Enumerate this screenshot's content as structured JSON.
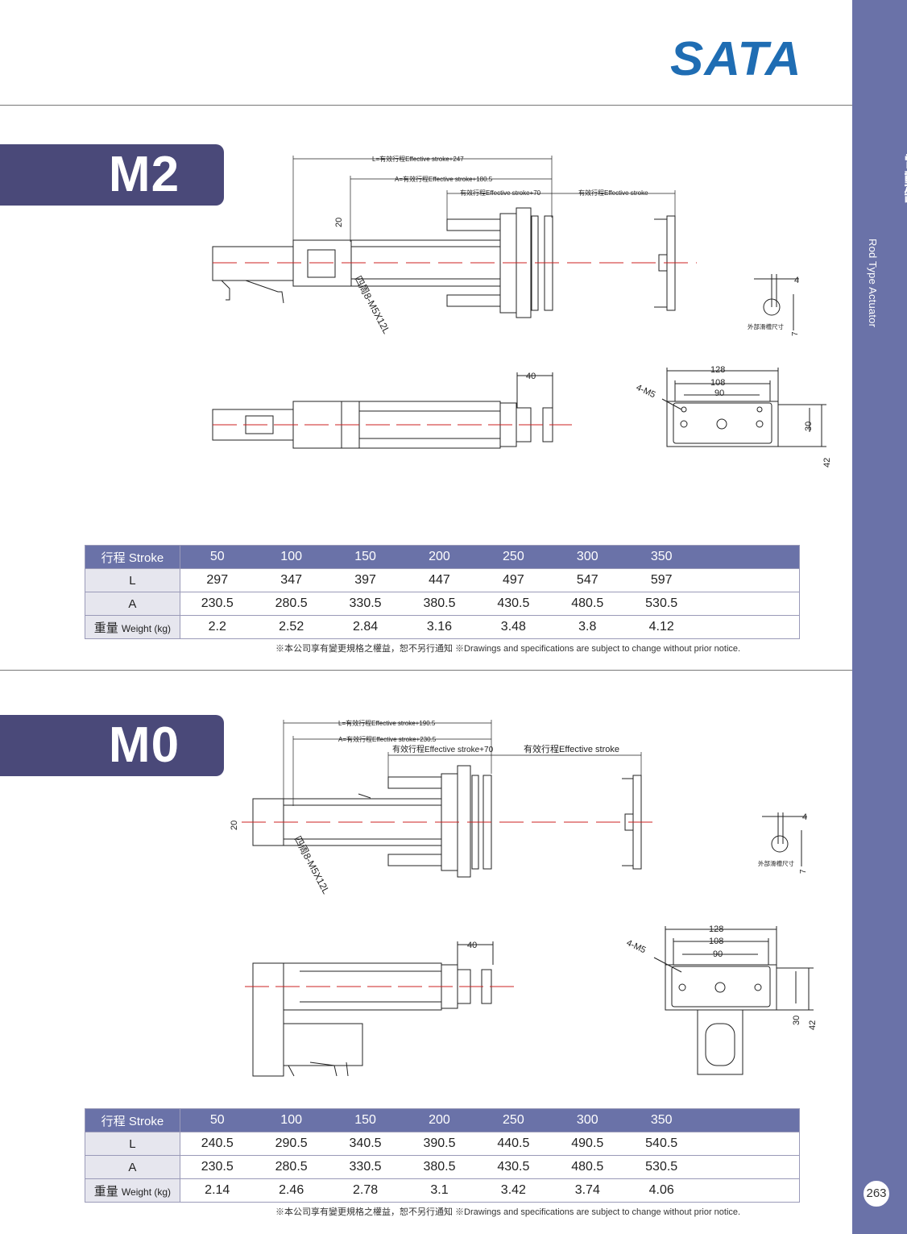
{
  "brand": {
    "logo": "SATA"
  },
  "sidebar": {
    "title_cn": "電動缸",
    "title_en": "Rod Type Actuator",
    "page_number": "263"
  },
  "colors": {
    "sidebar": "#6a72a8",
    "tab": "#4a4979",
    "logo": "#1f6db3",
    "centerline": "#cc2222"
  },
  "m2": {
    "label": "M2",
    "drawing": {
      "dim_L": "L=有效行程Effective stroke+247",
      "dim_A": "A=有效行程Effective stroke+180.5",
      "dim_stroke70": "有效行程Effective stroke+70",
      "dim_stroke": "有效行程Effective stroke",
      "dim_20": "20",
      "thread": "四周8-M5X12L",
      "dim_40": "40",
      "dim_4": "4",
      "dim_7": "7",
      "slot_note": "外部滑槽尺寸",
      "holes": "4-M5",
      "dim_128": "128",
      "dim_108": "108",
      "dim_90": "90",
      "dim_30": "30",
      "dim_42": "42"
    },
    "table": {
      "header_cn": "行程",
      "header_en": "Stroke",
      "strokes": [
        "50",
        "100",
        "150",
        "200",
        "250",
        "300",
        "350"
      ],
      "row_L_label": "L",
      "L": [
        "297",
        "347",
        "397",
        "447",
        "497",
        "547",
        "597"
      ],
      "row_A_label": "A",
      "A": [
        "230.5",
        "280.5",
        "330.5",
        "380.5",
        "430.5",
        "480.5",
        "530.5"
      ],
      "row_W_cn": "重量",
      "row_W_en": "Weight (kg)",
      "weight": [
        "2.2",
        "2.52",
        "2.84",
        "3.16",
        "3.48",
        "3.8",
        "4.12"
      ]
    },
    "notice": "※本公司享有變更規格之權益，恕不另行通知 ※Drawings and specifications are subject to change without prior notice."
  },
  "m0": {
    "label": "M0",
    "drawing": {
      "dim_L": "L=有效行程Effective stroke+190.5",
      "dim_A": "A=有效行程Effective stroke+230.5",
      "dim_stroke70": "有效行程Effective stroke+70",
      "dim_stroke": "有效行程Effective stroke",
      "dim_20": "20",
      "thread": "四周8-M5X12L",
      "dim_40": "40",
      "dim_4": "4",
      "dim_7": "7",
      "slot_note": "外部滑槽尺寸",
      "holes": "4-M5",
      "dim_128": "128",
      "dim_108": "108",
      "dim_90": "90",
      "dim_30": "30",
      "dim_42": "42"
    },
    "table": {
      "header_cn": "行程",
      "header_en": "Stroke",
      "strokes": [
        "50",
        "100",
        "150",
        "200",
        "250",
        "300",
        "350"
      ],
      "row_L_label": "L",
      "L": [
        "240.5",
        "290.5",
        "340.5",
        "390.5",
        "440.5",
        "490.5",
        "540.5"
      ],
      "row_A_label": "A",
      "A": [
        "230.5",
        "280.5",
        "330.5",
        "380.5",
        "430.5",
        "480.5",
        "530.5"
      ],
      "row_W_cn": "重量",
      "row_W_en": "Weight (kg)",
      "weight": [
        "2.14",
        "2.46",
        "2.78",
        "3.1",
        "3.42",
        "3.74",
        "4.06"
      ]
    },
    "notice": "※本公司享有變更規格之權益，恕不另行通知 ※Drawings and specifications are subject to change without prior notice."
  }
}
